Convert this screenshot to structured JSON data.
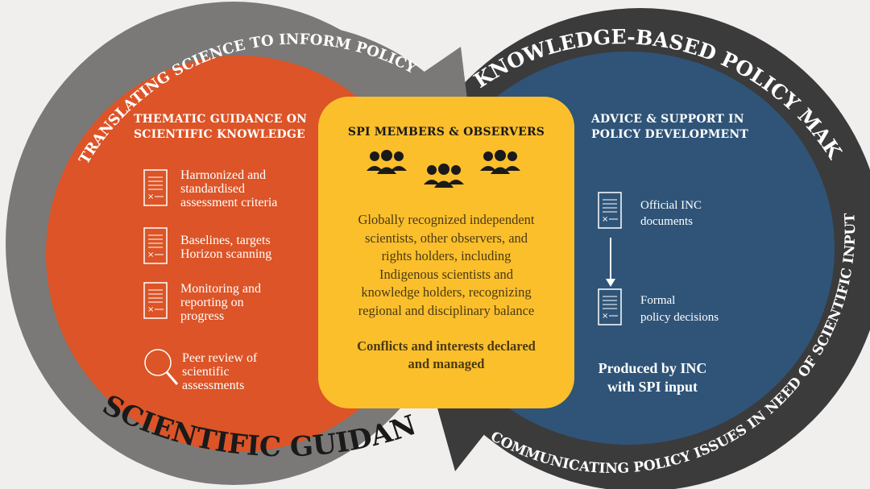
{
  "arcs": {
    "top_left": "TRANSLATING SCIENCE TO INFORM POLICY",
    "top_right": "KNOWLEDGE-BASED POLICY MAKING",
    "bottom_left": "SCIENTIFIC GUIDANCE",
    "bottom_right": "COMMUNICATING POLICY ISSUES IN NEED OF SCIENTIFIC INPUT"
  },
  "left": {
    "heading_line1": "THEMATIC GUIDANCE ON",
    "heading_line2": "SCIENTIFIC KNOWLEDGE",
    "items": [
      {
        "lines": [
          "Harmonized and",
          "standardised",
          "assessment criteria"
        ],
        "icon": "checklist-icon"
      },
      {
        "lines": [
          "Baselines, targets",
          "Horizon scanning"
        ],
        "icon": "checklist-icon"
      },
      {
        "lines": [
          "Monitoring and",
          "reporting on",
          "progress"
        ],
        "icon": "checklist-icon"
      },
      {
        "lines": [
          "Peer review of",
          "scientific",
          "assessments"
        ],
        "icon": "magnifier-icon"
      }
    ]
  },
  "center": {
    "heading": "SPI MEMBERS & OBSERVERS",
    "icon": "people-group-icon",
    "body_lines": [
      "Globally recognized independent",
      "scientists, other observers, and",
      "rights holders, including",
      "Indigenous scientists and",
      "knowledge holders, recognizing",
      "regional and disciplinary balance"
    ],
    "bold_lines": [
      "Conflicts and interests declared",
      "and managed"
    ]
  },
  "right": {
    "heading_line1": "ADVICE & SUPPORT IN",
    "heading_line2": "POLICY DEVELOPMENT",
    "items": [
      {
        "lines": [
          "Official INC",
          "documents"
        ],
        "icon": "checklist-icon"
      },
      {
        "lines": [
          "Formal",
          "policy decisions"
        ],
        "icon": "checklist-icon"
      }
    ],
    "produced_lines": [
      "Produced by INC",
      "with SPI input"
    ]
  },
  "colors": {
    "background": "#f0efee",
    "left_ring": "#7a7978",
    "left_fill": "#dc5427",
    "right_ring": "#3c3b3b",
    "right_fill": "#2f5478",
    "center_fill": "#fbbf2c"
  }
}
